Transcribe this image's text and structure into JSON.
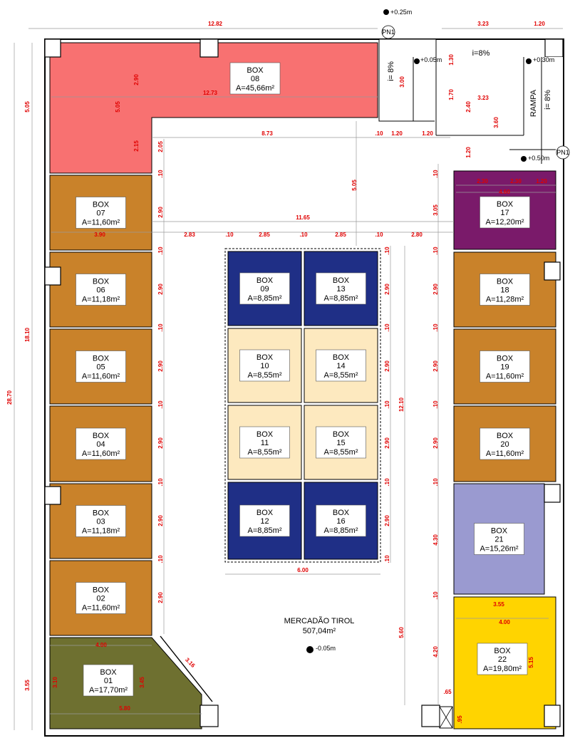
{
  "colors": {
    "box08": "#f87171",
    "brown": "#c9822a",
    "navy": "#1f2f86",
    "cream": "#fde9bf",
    "purple": "#7a1a6a",
    "lavender": "#9a9ad0",
    "yellow": "#ffd400",
    "olive": "#6e7030"
  },
  "market": {
    "name": "MERCADÃO TIROL",
    "area": "507,04m²",
    "level": "-0.05m"
  },
  "levels": {
    "top_entry": "+0.25m",
    "upper_right": "+0.30m",
    "mid": "+0.05m",
    "ramp_bottom": "+0.50m"
  },
  "labels": {
    "pn1": "PN1",
    "ramp": "RAMPA",
    "slope": "i= 8%",
    "slope_h": "i=8%"
  },
  "boxes": [
    {
      "id": "box-01",
      "l1": "BOX",
      "l2": "01",
      "area": "A=17,70m²",
      "color": "olive"
    },
    {
      "id": "box-02",
      "l1": "BOX",
      "l2": "02",
      "area": "A=11,60m²",
      "color": "brown"
    },
    {
      "id": "box-03",
      "l1": "BOX",
      "l2": "03",
      "area": "A=11,18m²",
      "color": "brown"
    },
    {
      "id": "box-04",
      "l1": "BOX",
      "l2": "04",
      "area": "A=11,60m²",
      "color": "brown"
    },
    {
      "id": "box-05",
      "l1": "BOX",
      "l2": "05",
      "area": "A=11,60m²",
      "color": "brown"
    },
    {
      "id": "box-06",
      "l1": "BOX",
      "l2": "06",
      "area": "A=11,18m²",
      "color": "brown"
    },
    {
      "id": "box-07",
      "l1": "BOX",
      "l2": "07",
      "area": "A=11,60m²",
      "color": "brown"
    },
    {
      "id": "box-08",
      "l1": "BOX",
      "l2": "08",
      "area": "A=45,66m²",
      "color": "box08"
    },
    {
      "id": "box-09",
      "l1": "BOX",
      "l2": "09",
      "area": "A=8,85m²",
      "color": "navy"
    },
    {
      "id": "box-10",
      "l1": "BOX",
      "l2": "10",
      "area": "A=8,55m²",
      "color": "cream"
    },
    {
      "id": "box-11",
      "l1": "BOX",
      "l2": "11",
      "area": "A=8,55m²",
      "color": "cream"
    },
    {
      "id": "box-12",
      "l1": "BOX",
      "l2": "12",
      "area": "A=8,85m²",
      "color": "navy"
    },
    {
      "id": "box-13",
      "l1": "BOX",
      "l2": "13",
      "area": "A=8,85m²",
      "color": "navy"
    },
    {
      "id": "box-14",
      "l1": "BOX",
      "l2": "14",
      "area": "A=8,55m²",
      "color": "cream"
    },
    {
      "id": "box-15",
      "l1": "BOX",
      "l2": "15",
      "area": "A=8,55m²",
      "color": "cream"
    },
    {
      "id": "box-16",
      "l1": "BOX",
      "l2": "16",
      "area": "A=8,85m²",
      "color": "navy"
    },
    {
      "id": "box-17",
      "l1": "BOX",
      "l2": "17",
      "area": "A=12,20m²",
      "color": "purple"
    },
    {
      "id": "box-18",
      "l1": "BOX",
      "l2": "18",
      "area": "A=11,28m²",
      "color": "brown"
    },
    {
      "id": "box-19",
      "l1": "BOX",
      "l2": "19",
      "area": "A=11,60m²",
      "color": "brown"
    },
    {
      "id": "box-20",
      "l1": "BOX",
      "l2": "20",
      "area": "A=11,60m²",
      "color": "brown"
    },
    {
      "id": "box-21",
      "l1": "BOX",
      "l2": "21",
      "area": "A=15,26m²",
      "color": "lavender"
    },
    {
      "id": "box-22",
      "l1": "BOX",
      "l2": "22",
      "area": "A=19,80m²",
      "color": "yellow"
    }
  ],
  "dimensions": [
    "12.82",
    "3.23",
    "1.20",
    "12.73",
    "2.90",
    "5.05",
    "2.15",
    "2.05",
    "8.73",
    ".10",
    "1.20",
    "1.20",
    "3.00",
    "1.30",
    "1.70",
    "2.40",
    "3.23",
    "3.60",
    "1.20",
    "5.05",
    "3.05",
    "2.30",
    "2.30",
    "1.20",
    "4.60",
    "3.90",
    "11.65",
    "2.83",
    "2.85",
    "2.85",
    "2.80",
    "2.90",
    "12.10",
    "6.00",
    "4.30",
    "3.55",
    "4.00",
    "5.15",
    "4.20",
    "5.60",
    "3.16",
    "3.10",
    "3.45",
    "5.80",
    "4.00",
    "28.70",
    "18.10",
    "3.55",
    ".65",
    ".95"
  ]
}
